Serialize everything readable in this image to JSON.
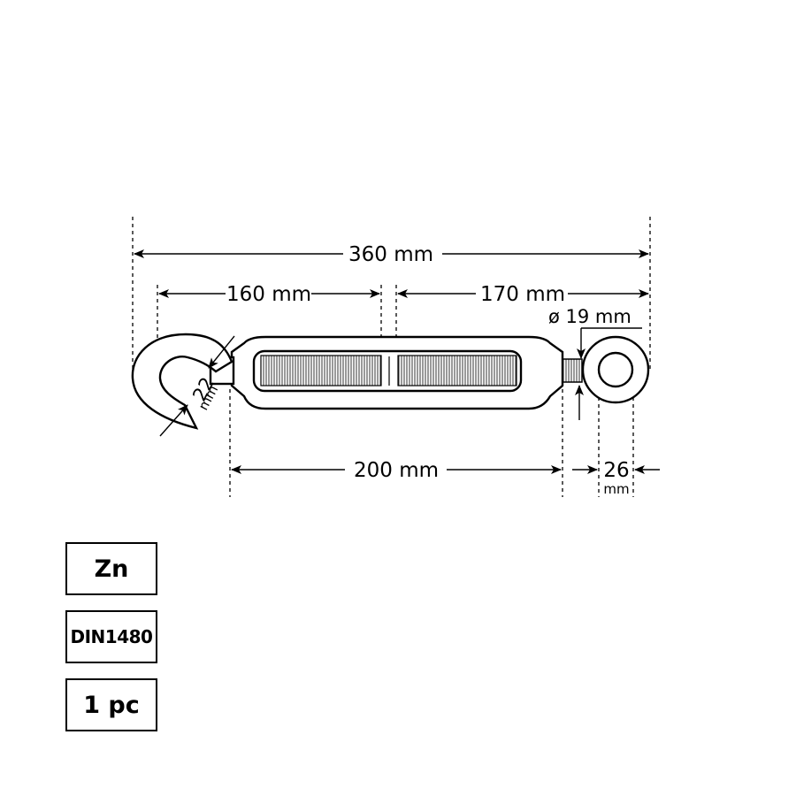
{
  "dimensions": {
    "overall_length": "360 mm",
    "hook_to_center": "160 mm",
    "center_to_eye": "170 mm",
    "eye_diameter": "ø 19 mm",
    "hook_opening_value": "22",
    "hook_opening_unit": "mm",
    "body_length": "200 mm",
    "eye_inner_value": "26",
    "eye_inner_unit": "mm"
  },
  "badges": {
    "material": "Zn",
    "standard": "DIN1480",
    "quantity": "1 pc"
  }
}
